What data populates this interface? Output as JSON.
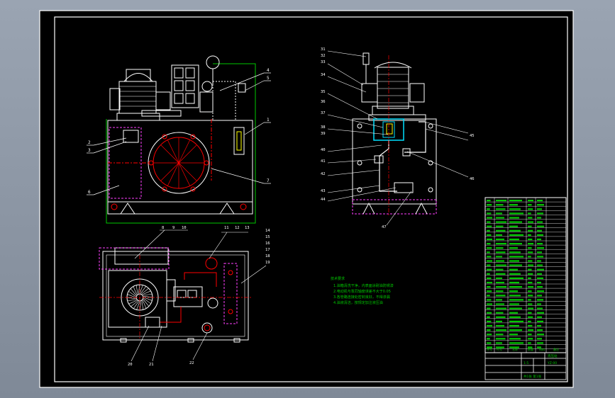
{
  "colors": {
    "paper": "#000000",
    "frame": "#ffffff",
    "line": "#ffffff",
    "hidden": "#ff0000",
    "green": "#00c800",
    "cyan": "#00e0ff",
    "magenta": "#ff40ff",
    "yellow": "#ffff00",
    "viewport": "#8a94a2"
  },
  "balloons": {
    "front": [
      {
        "text": "4"
      },
      {
        "text": "5"
      },
      {
        "text": "1"
      },
      {
        "text": "2"
      },
      {
        "text": "3"
      },
      {
        "text": "6"
      },
      {
        "text": "7"
      }
    ],
    "side": [
      {
        "text": "31"
      },
      {
        "text": "32"
      },
      {
        "text": "33"
      },
      {
        "text": "34"
      },
      {
        "text": "35"
      },
      {
        "text": "36"
      },
      {
        "text": "37"
      },
      {
        "text": "38"
      },
      {
        "text": "39"
      },
      {
        "text": "40"
      },
      {
        "text": "41"
      },
      {
        "text": "42"
      },
      {
        "text": "43"
      },
      {
        "text": "44"
      },
      {
        "text": "45"
      },
      {
        "text": "46"
      },
      {
        "text": "47"
      }
    ],
    "top": [
      {
        "text": "8"
      },
      {
        "text": "9"
      },
      {
        "text": "10"
      },
      {
        "text": "11"
      },
      {
        "text": "12"
      },
      {
        "text": "13"
      },
      {
        "text": "14"
      },
      {
        "text": "15"
      },
      {
        "text": "16"
      },
      {
        "text": "17"
      },
      {
        "text": "18"
      },
      {
        "text": "19"
      },
      {
        "text": "20"
      },
      {
        "text": "21"
      },
      {
        "text": "22"
      }
    ]
  },
  "notes": {
    "title": "技术要求",
    "lines": [
      "1.油箱清洗干净，内表面涂耐油防锈漆",
      "2.电动机与泵同轴度误差不大于0.05",
      "3.各管路连接处密封良好，不得渗漏",
      "4.油液清洁，按规定加注液压油"
    ]
  },
  "title_block": {
    "header": [
      "序号",
      "代号",
      "名称",
      "数量",
      "材料",
      "备注"
    ],
    "drawing_name": "液压站",
    "drawing_no": "YZ-00",
    "scale": "1:5",
    "sheet": "共1张 第1张"
  }
}
